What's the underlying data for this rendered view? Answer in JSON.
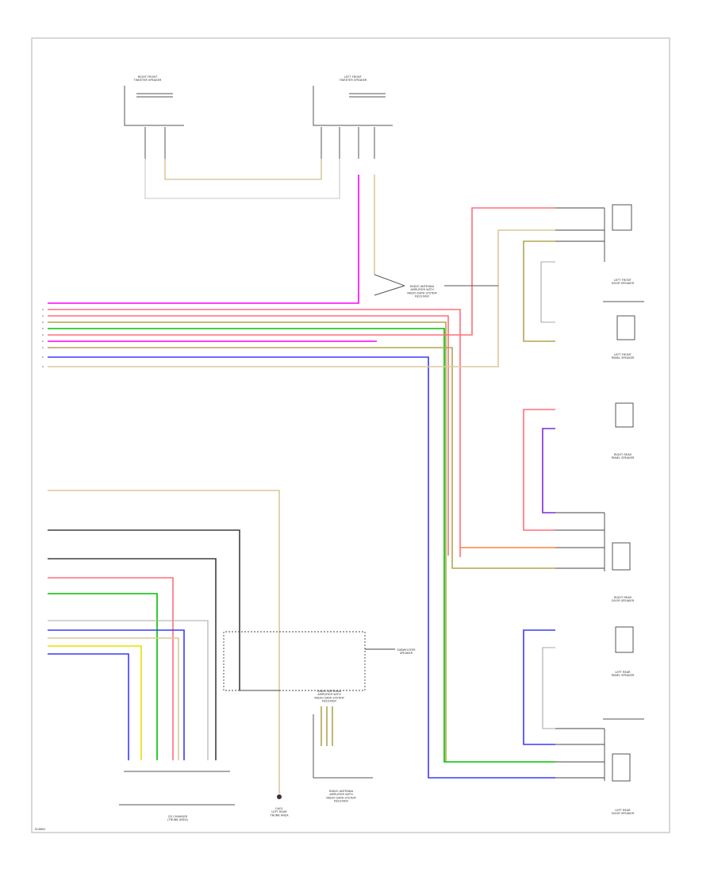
{
  "colors": {
    "red": "#ff6f7a",
    "pink": "#ff00ff",
    "purple": "#7d2bd3",
    "blue": "#3a3aff",
    "green": "#00c000",
    "yellow": "#e8e000",
    "olive": "#b0a650",
    "tan": "#d8c89a",
    "orange": "#ff8040",
    "gray": "#a8a8a8",
    "dark": "#404040",
    "lightgray": "#c8c8c8"
  },
  "components": [
    {
      "id": "rf-tweeter",
      "label": "RIGHT FRONT\nTWEETER SPEAKER"
    },
    {
      "id": "lf-tweeter",
      "label": "LEFT FRONT\nTWEETER SPEAKER"
    },
    {
      "id": "lf-door",
      "label": "LEFT FRONT\nDOOR SPEAKER"
    },
    {
      "id": "lf-panel",
      "label": "LEFT FRONT\nPANEL SPEAKER"
    },
    {
      "id": "rr-panel",
      "label": "RIGHT REAR\nPANEL SPEAKER"
    },
    {
      "id": "rr-door",
      "label": "RIGHT REAR\nDOOR SPEAKER"
    },
    {
      "id": "lr-panel",
      "label": "LEFT REAR\nPANEL SPEAKER"
    },
    {
      "id": "lr-door",
      "label": "LEFT REAR\nDOOR SPEAKER"
    },
    {
      "id": "cd-changer",
      "label": "CD CHANGER\n(TRUNK AREA)"
    },
    {
      "id": "ground-g",
      "label": "G401\nLEFT REAR\nTRUNK AREA"
    },
    {
      "id": "antenna-amp",
      "label": "RADIO ANTENNA\nAMPLIFIER"
    },
    {
      "id": "antenna-module",
      "label": "RADIO ANTENNA\nAMPLIFIER WITH\nRADIO DATA SYSTEM\nRECEIVER"
    },
    {
      "id": "sub-speaker",
      "label": "SUBWOOFER\nSPEAKER"
    }
  ],
  "footer": {
    "code": "DC8BS0"
  }
}
